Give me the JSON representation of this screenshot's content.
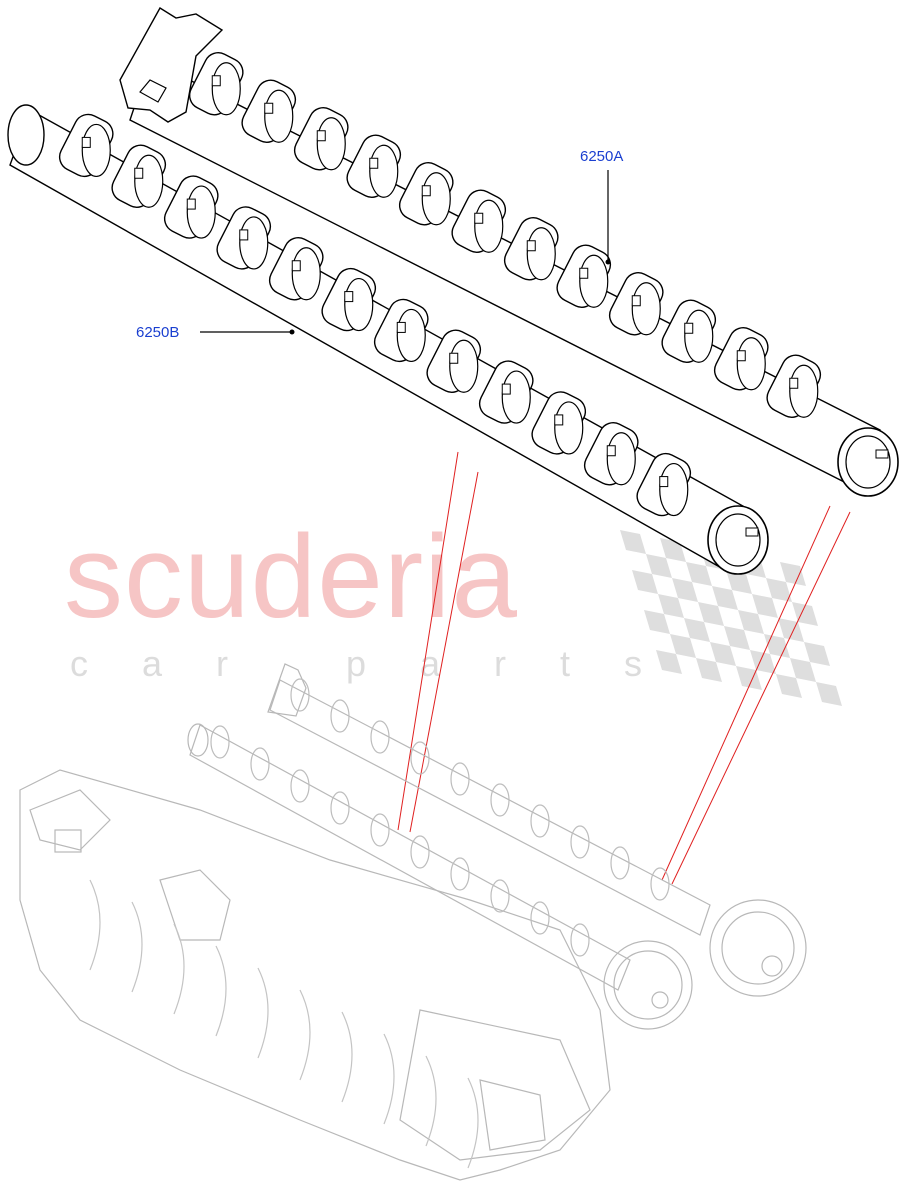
{
  "diagram": {
    "callouts": [
      {
        "id": "a",
        "label": "6250A"
      },
      {
        "id": "b",
        "label": "6250B"
      }
    ],
    "watermark": {
      "brand": "scuderia",
      "tagline": "car parts"
    },
    "colors": {
      "callout_text": "#1a3fd0",
      "leader_line": "#e02020",
      "line_art": "#000000",
      "ghost_art": "#b8b8b8",
      "watermark_brand": "#f6c5c5",
      "watermark_checker": "#d4d4d4"
    }
  }
}
